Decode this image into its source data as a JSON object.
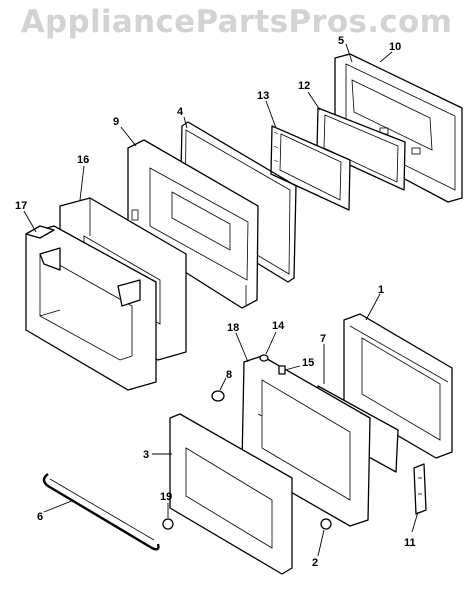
{
  "watermark": "AppliancePartsPros.com",
  "callouts": [
    {
      "id": "p5",
      "text": "5"
    },
    {
      "id": "p10",
      "text": "10"
    },
    {
      "id": "p12",
      "text": "12"
    },
    {
      "id": "p13",
      "text": "13"
    },
    {
      "id": "p4",
      "text": "4"
    },
    {
      "id": "p9",
      "text": "9"
    },
    {
      "id": "p16",
      "text": "16"
    },
    {
      "id": "p17",
      "text": "17"
    },
    {
      "id": "p1",
      "text": "1"
    },
    {
      "id": "p18",
      "text": "18"
    },
    {
      "id": "p14",
      "text": "14"
    },
    {
      "id": "p7",
      "text": "7"
    },
    {
      "id": "p15",
      "text": "15"
    },
    {
      "id": "p8",
      "text": "8"
    },
    {
      "id": "p3",
      "text": "3"
    },
    {
      "id": "p19",
      "text": "19"
    },
    {
      "id": "p6",
      "text": "6"
    },
    {
      "id": "p11",
      "text": "11"
    },
    {
      "id": "p2",
      "text": "2"
    }
  ]
}
